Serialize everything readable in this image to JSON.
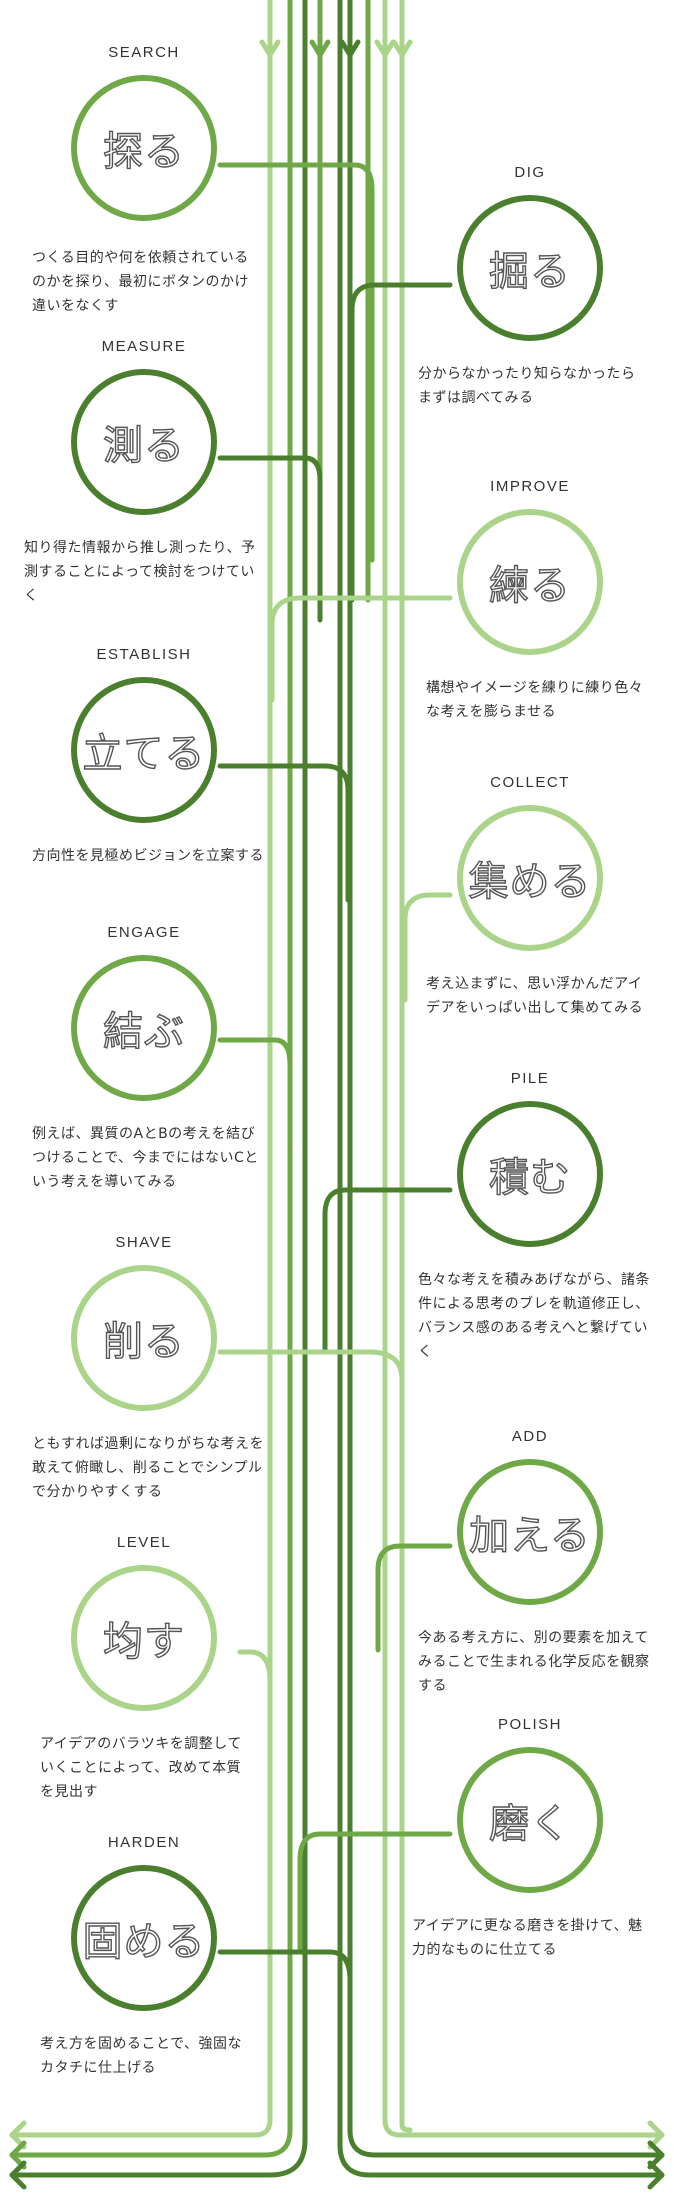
{
  "colors": {
    "dark": "#4a7f2e",
    "mid": "#6fa847",
    "light": "#a9d48a"
  },
  "steps": [
    {
      "en": "SEARCH",
      "jp": "探る",
      "desc": "つくる目的や何を依頼されているのかを探り、最初にボタンのかけ違いをなくす",
      "tone": "mid"
    },
    {
      "en": "DIG",
      "jp": "掘る",
      "desc": "分からなかったり知らなかったらまずは調べてみる",
      "tone": "dark"
    },
    {
      "en": "MEASURE",
      "jp": "測る",
      "desc": "知り得た情報から推し測ったり、予測することによって検討をつけていく",
      "tone": "dark"
    },
    {
      "en": "IMPROVE",
      "jp": "練る",
      "desc": "構想やイメージを練りに練り色々な考えを膨らませる",
      "tone": "light"
    },
    {
      "en": "ESTABLISH",
      "jp": "立てる",
      "desc": "方向性を見極めビジョンを立案する",
      "tone": "dark"
    },
    {
      "en": "COLLECT",
      "jp": "集める",
      "desc": "考え込まずに、思い浮かんだアイデアをいっぱい出して集めてみる",
      "tone": "light"
    },
    {
      "en": "ENGAGE",
      "jp": "結ぶ",
      "desc": "例えば、異質のAとBの考えを結びつけることで、今までにはないCという考えを導いてみる",
      "tone": "mid"
    },
    {
      "en": "PILE",
      "jp": "積む",
      "desc": "色々な考えを積みあげながら、諸条件による思考のブレを軌道修正し、バランス感のある考えへと繋げていく",
      "tone": "dark"
    },
    {
      "en": "SHAVE",
      "jp": "削る",
      "desc": "ともすれば過剰になりがちな考えを敢えて俯瞰し、削ることでシンプルで分かりやすくする",
      "tone": "light"
    },
    {
      "en": "ADD",
      "jp": "加える",
      "desc": "今ある考え方に、別の要素を加えてみることで生まれる化学反応を観察する",
      "tone": "mid"
    },
    {
      "en": "LEVEL",
      "jp": "均す",
      "desc": "アイデアのバラツキを調整していくことによって、改めて本質を見出す",
      "tone": "light"
    },
    {
      "en": "POLISH",
      "jp": "磨く",
      "desc": "アイデアに更なる磨きを掛けて、魅力的なものに仕立てる",
      "tone": "mid"
    },
    {
      "en": "HARDEN",
      "jp": "固める",
      "desc": "考え方を固めることで、強固なカタチに仕上げる",
      "tone": "dark"
    }
  ]
}
